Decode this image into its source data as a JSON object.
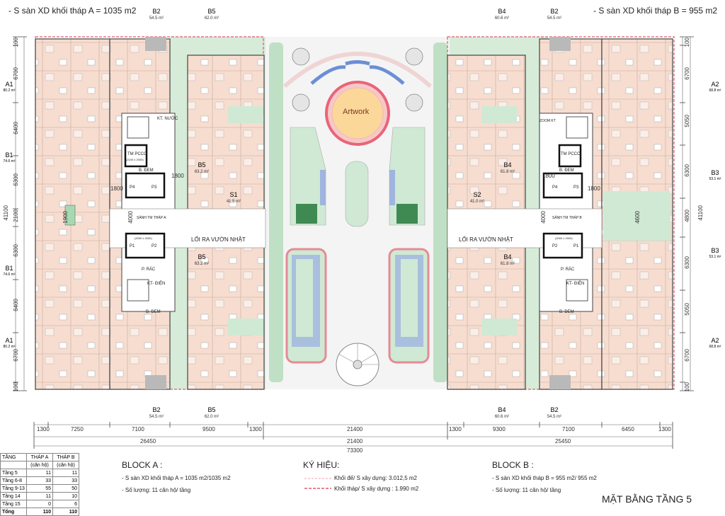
{
  "header": {
    "left_note": "- S sàn XD khối tháp A = 1035 m2",
    "right_note": "- S sàn XD khối tháp B = 955 m2"
  },
  "units": {
    "top": [
      {
        "code": "B2",
        "area": "54.5 m²"
      },
      {
        "code": "B5",
        "area": "62.0 m²"
      },
      {
        "code": "B4",
        "area": "60.6 m²"
      },
      {
        "code": "B2",
        "area": "54.5 m²"
      }
    ],
    "bottom": [
      {
        "code": "B2",
        "area": "54.5 m²"
      },
      {
        "code": "B5",
        "area": "62.0 m²"
      },
      {
        "code": "B4",
        "area": "60.6 m²"
      },
      {
        "code": "B2",
        "area": "54.5 m²"
      }
    ],
    "left_side": [
      {
        "code": "A1",
        "area": "80.2 m²"
      },
      {
        "code": "B1",
        "area": "74.6 m²"
      },
      {
        "code": "B1",
        "area": "74.6 m²"
      },
      {
        "code": "A1",
        "area": "80.2 m²"
      }
    ],
    "right_side": [
      {
        "code": "A2",
        "area": "68.8 m²"
      },
      {
        "code": "B3",
        "area": "53.1 m²"
      },
      {
        "code": "B3",
        "area": "53.1 m²"
      },
      {
        "code": "A2",
        "area": "68.8 m²"
      }
    ],
    "inner_a": [
      {
        "code": "B5",
        "area": "63.2 m²"
      },
      {
        "code": "S1",
        "area": "41.5 m²"
      },
      {
        "code": "B5",
        "area": "63.2 m²"
      }
    ],
    "inner_b": [
      {
        "code": "B4",
        "area": "61.8 m²"
      },
      {
        "code": "S2",
        "area": "41.0 m²"
      },
      {
        "code": "B4",
        "area": "61.8 m²"
      }
    ]
  },
  "rooms": {
    "kt_nuoc": "KT. NƯỚC",
    "tm_pccc": "TM PCCC",
    "tm_pccc_size": "(2100 x 2000)",
    "b_dem": "B. ĐEM",
    "sanh_a": "SẢNH TM THÁP A",
    "sanh_b": "SẢNH TM THÁP B",
    "loi_ra": "LỐI RA VƯỜN NHẬT",
    "p_rac": "P. RÁC",
    "kt_dien": "KT- ĐIỆN",
    "p1": "P1",
    "p2": "P2",
    "p3": "P3",
    "p4": "P4",
    "elev_size": "(2000 x 2000)",
    "artwork": "Artwork",
    "zoom_kt": "ZOOM KT"
  },
  "dims_top": {
    "d1800a": "1800",
    "d1800b": "1800",
    "d1800c": "1800",
    "d1800d": "1800",
    "d4000a": "4000",
    "d4000b": "4000",
    "d1900": "1900",
    "d4600": "4600"
  },
  "dims_left": [
    "100",
    "6700",
    "6400",
    "6300",
    "2100",
    "6300",
    "6400",
    "6700",
    "100"
  ],
  "dims_left_total": "41100",
  "dims_right": [
    "100",
    "6700",
    "5050",
    "6300",
    "4800",
    "6300",
    "5050",
    "6700",
    "100"
  ],
  "dims_right_total": "41100",
  "dims_bottom_row1": [
    "1300",
    "7250",
    "7100",
    "9500",
    "1300",
    "21400",
    "1300",
    "9300",
    "7100",
    "6450",
    "1300"
  ],
  "dims_bottom_row2": [
    "26450",
    "21400",
    "25450"
  ],
  "dims_bottom_total": "73300",
  "stats": {
    "headers": [
      "TẦNG",
      "THÁP A",
      "THÁP B"
    ],
    "subheaders": [
      "",
      "(căn hộ)",
      "(căn hộ)"
    ],
    "rows": [
      [
        "Tầng 5",
        "11",
        "11"
      ],
      [
        "Tầng 6-8",
        "33",
        "33"
      ],
      [
        "Tầng 9-13",
        "55",
        "50"
      ],
      [
        "Tầng 14",
        "11",
        "10"
      ],
      [
        "Tầng 15",
        "0",
        "6"
      ],
      [
        "Tổng",
        "110",
        "110"
      ]
    ]
  },
  "block_a": {
    "title": "BLOCK A :",
    "line1": "- S sàn XD khối tháp A = 1035 m2/1035 m2",
    "line2": "- Số lượng: 11 căn hộ/ tầng"
  },
  "legend": {
    "title": "KÝ HIỆU:",
    "item1": "Khối đế/ S xây dựng: 3.012,5 m2",
    "item2": "Khối tháp/ S xây dựng : 1.990 m2"
  },
  "block_b": {
    "title": "BLOCK B :",
    "line1": "- S sàn XD khối tháp B = 955 m2/ 955 m2",
    "line2": "- Số lượng: 11 căn hộ/ tầng"
  },
  "plan_title": "MẶT BẰNG TẦNG 5",
  "colors": {
    "apartment": "#f6ddd0",
    "garden": "#cfe9d4",
    "pool": "#9fb4de",
    "dark_green": "#3f8a52",
    "wall": "#444444",
    "tower_outline": "#e05a6a",
    "artwork_fill": "#fbd79a",
    "artwork_ring": "#e9647a"
  }
}
